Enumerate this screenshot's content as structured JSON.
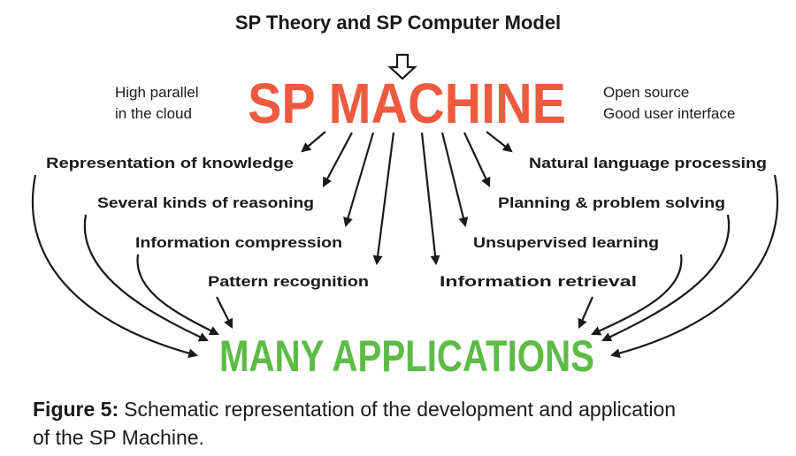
{
  "title": "SP Theory and SP Computer Model",
  "machine": "SP MACHINE",
  "left_notes": [
    "High parallel",
    "in the cloud"
  ],
  "right_notes": [
    "Open source",
    "Good user interface"
  ],
  "left_features": [
    "Representation of knowledge",
    "Several kinds of reasoning",
    "Information compression",
    "Pattern recognition"
  ],
  "right_features": [
    "Natural language processing",
    "Planning & problem solving",
    "Unsupervised learning",
    "Information retrieval"
  ],
  "applications": "MANY APPLICATIONS",
  "caption": {
    "label": "Figure 5:",
    "line1": "Schematic representation of the development and application",
    "line2": "of the SP Machine."
  },
  "colors": {
    "machine": "#ee5a3f",
    "applications": "#5dbb46",
    "text": "#1a1a1a"
  }
}
